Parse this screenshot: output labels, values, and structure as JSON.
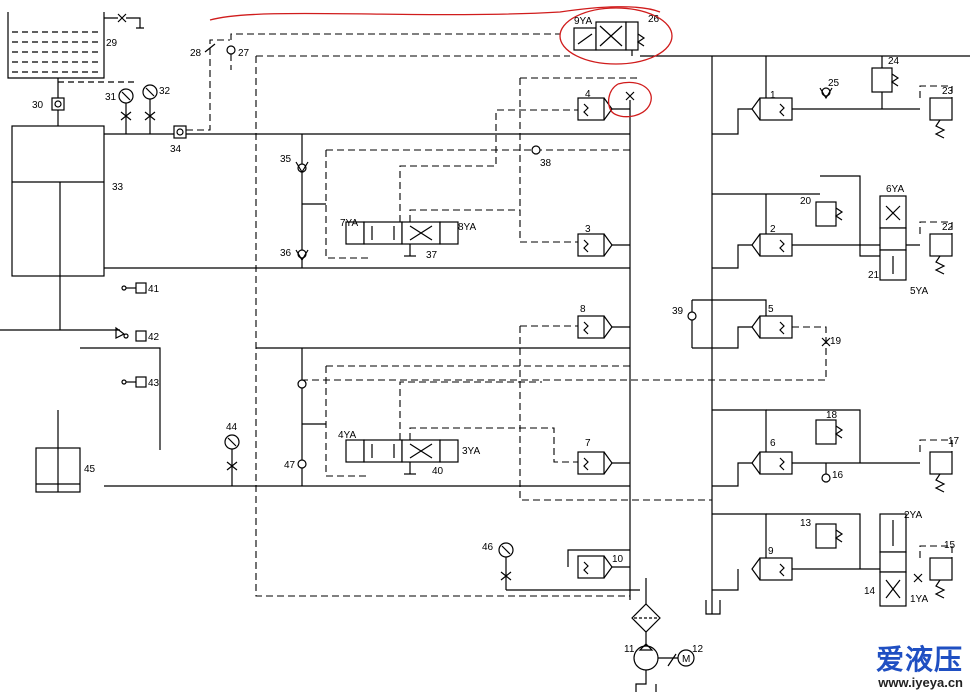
{
  "labels": {
    "l1": "1",
    "l2": "2",
    "l3": "3",
    "l4": "4",
    "l5": "5",
    "l6": "6",
    "l7": "7",
    "l8": "8",
    "l9": "9",
    "l10": "10",
    "l11": "11",
    "l12": "12",
    "l13": "13",
    "l14": "14",
    "l15": "15",
    "l16": "16",
    "l17": "17",
    "l18": "18",
    "l19": "19",
    "l20": "20",
    "l21": "21",
    "l22": "22",
    "l23": "23",
    "l24": "24",
    "l25": "25",
    "l26": "26",
    "l27": "27",
    "l28": "28",
    "l29": "29",
    "l30": "30",
    "l31": "31",
    "l32": "32",
    "l33": "33",
    "l34": "34",
    "l35": "35",
    "l36": "36",
    "l37": "37",
    "l38": "38",
    "l39": "39",
    "l40": "40",
    "l41": "41",
    "l42": "42",
    "l43": "43",
    "l44": "44",
    "l45": "45",
    "l46": "46",
    "l47": "47",
    "ya1": "1YA",
    "ya2": "2YA",
    "ya3": "3YA",
    "ya4": "4YA",
    "ya5": "5YA",
    "ya6": "6YA",
    "ya7": "7YA",
    "ya8": "8YA",
    "ya9": "9YA",
    "motor": "M"
  },
  "watermark": {
    "text": "爱液压",
    "url": "www.iyeya.cn"
  },
  "colors": {
    "line": "#000000",
    "annotation": "#d01c1c",
    "watermark": "#1f4fc2"
  }
}
